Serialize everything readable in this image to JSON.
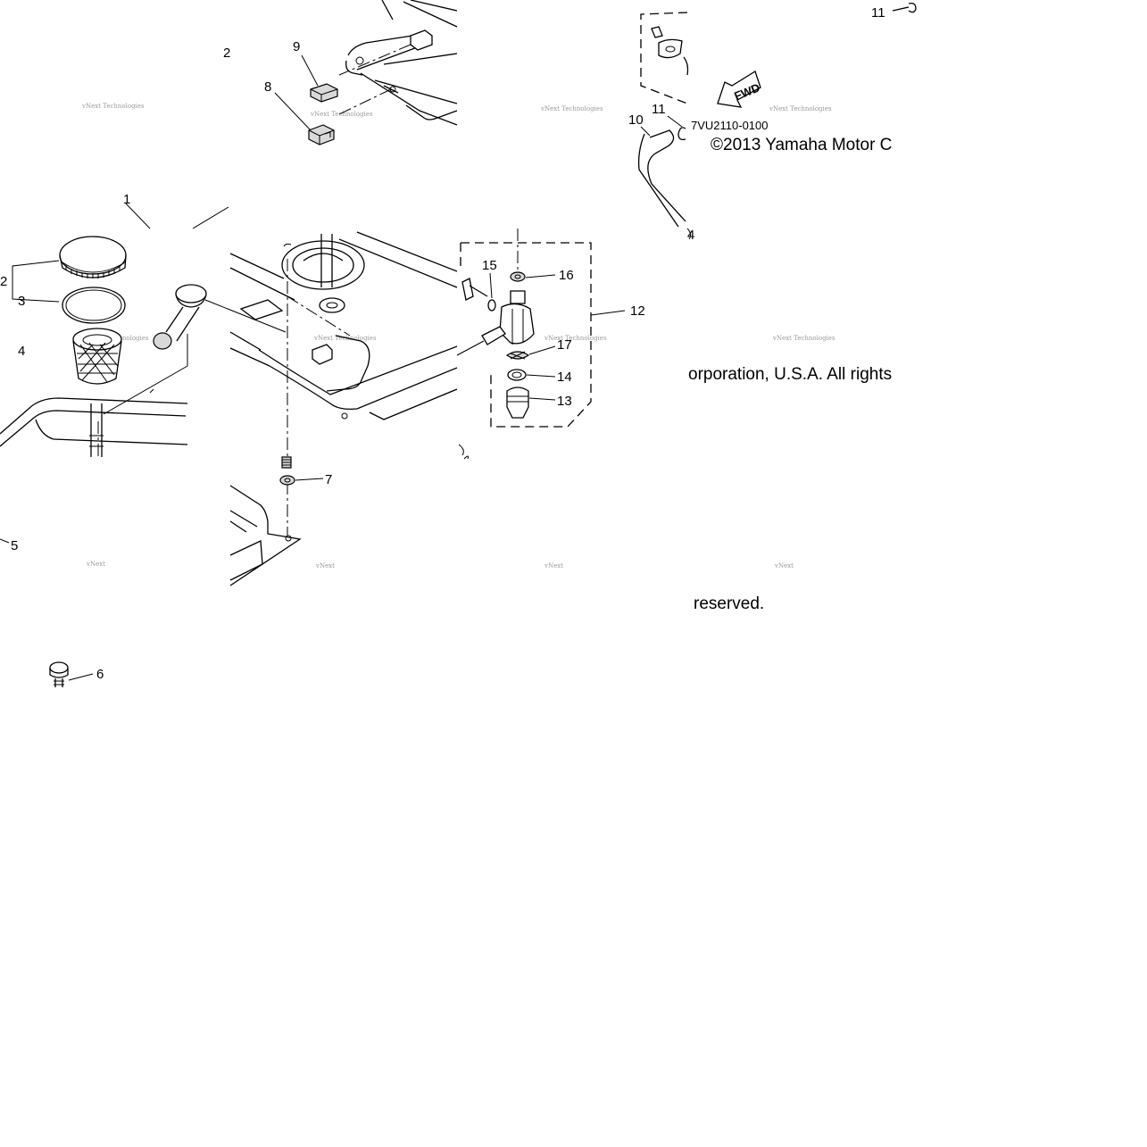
{
  "diagram": {
    "drawing_code": "7VU2110-0100",
    "copyright_line1": "©2013 Yamaha Motor C",
    "copyright_line2": "orporation, U.S.A. All rights",
    "copyright_line3": "reserved.",
    "fwd_label": "FWD",
    "watermark": "vNext Technologies",
    "watermark_short": "vNext",
    "callouts": {
      "c1": "1",
      "c2a": "2",
      "c2b": "2",
      "c3": "3",
      "c4": "4",
      "c4b": "4",
      "c5": "5",
      "c6": "6",
      "c7": "7",
      "c8": "8",
      "c9": "9",
      "c10": "10",
      "c11a": "11",
      "c11b": "11",
      "c12": "12",
      "c13": "13",
      "c14": "14",
      "c15": "15",
      "c16": "16",
      "c17": "17"
    }
  }
}
